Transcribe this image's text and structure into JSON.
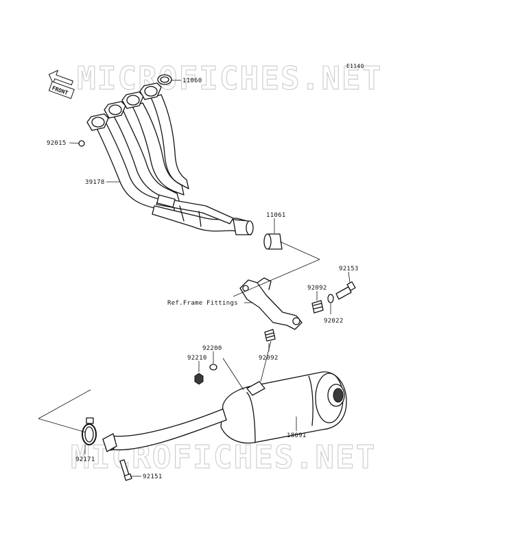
{
  "diagram": {
    "code": "E1140",
    "front_label": "FRONT",
    "ref_label": "Ref.Frame Fittings",
    "watermark": "MICROFICHES.NET"
  },
  "parts": [
    {
      "id": "11060"
    },
    {
      "id": "92015"
    },
    {
      "id": "39178"
    },
    {
      "id": "11061"
    },
    {
      "id": "92153"
    },
    {
      "id": "92092"
    },
    {
      "id": "92022"
    },
    {
      "id": "92092"
    },
    {
      "id": "92200"
    },
    {
      "id": "92210"
    },
    {
      "id": "18091"
    },
    {
      "id": "92171"
    },
    {
      "id": "92151"
    }
  ]
}
